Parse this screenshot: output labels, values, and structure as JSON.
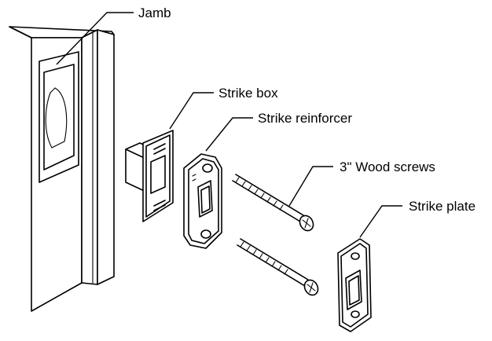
{
  "labels": {
    "jamb": "Jamb",
    "strike_box": "Strike box",
    "strike_reinforcer": "Strike reinforcer",
    "wood_screws": "3\" Wood screws",
    "strike_plate": "Strike plate"
  },
  "colors": {
    "ink": "#000000",
    "background": "#ffffff"
  }
}
